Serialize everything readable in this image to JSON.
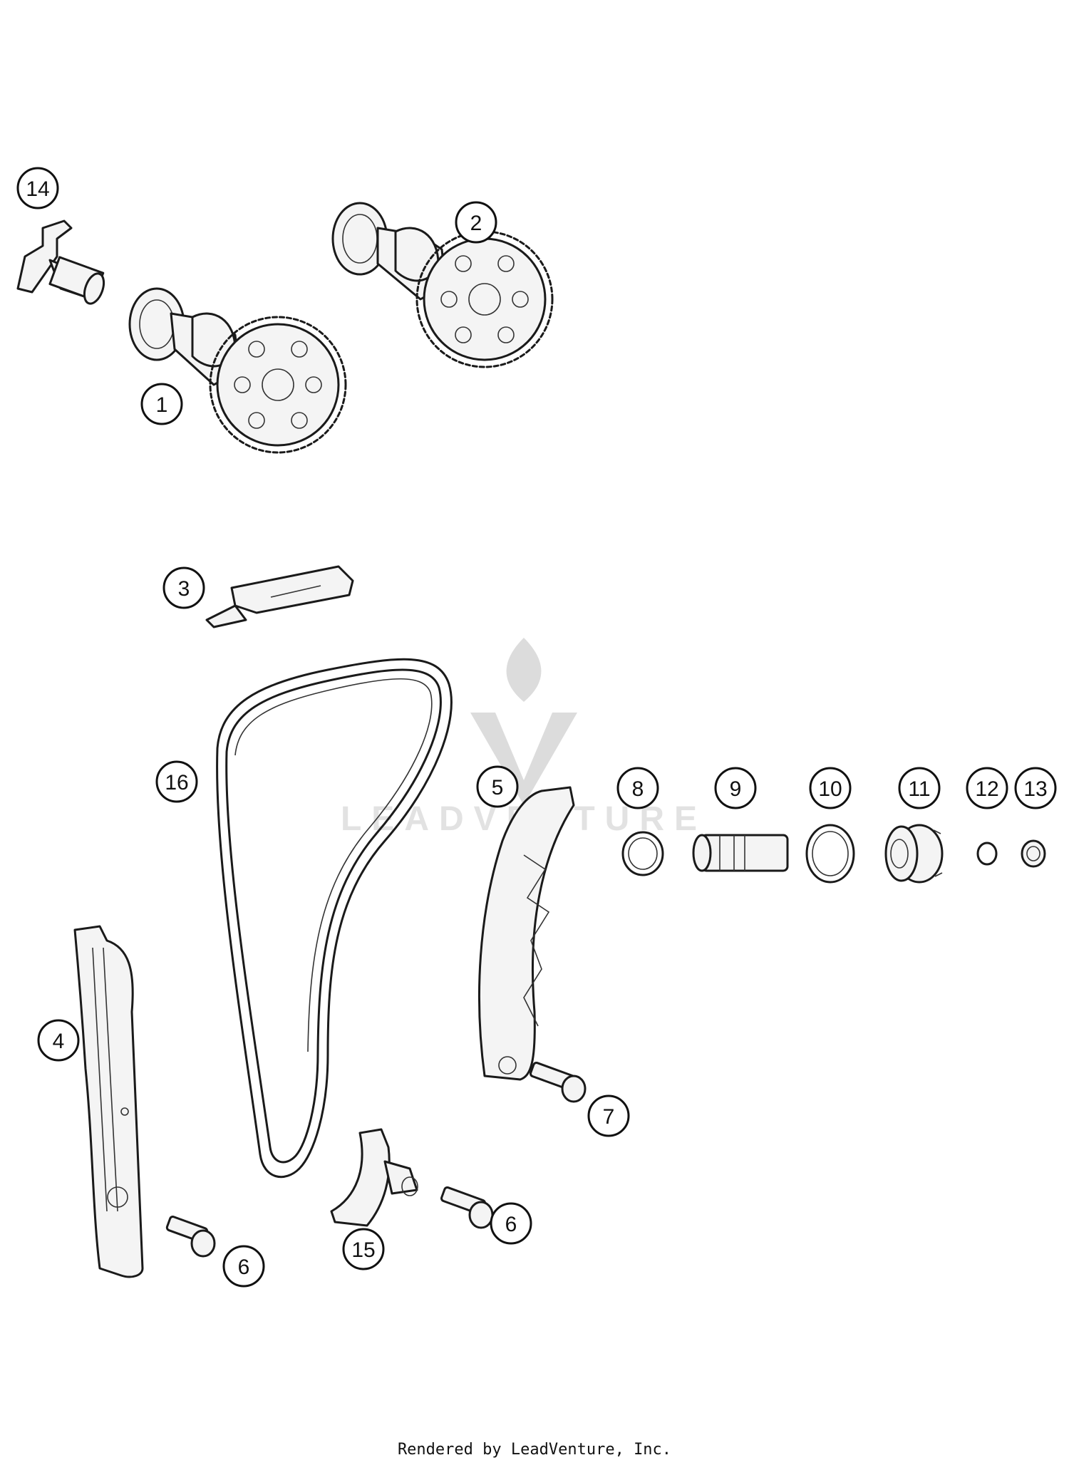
{
  "watermark": {
    "text": "LEADVENTURE"
  },
  "footer": {
    "text": "Rendered by LeadVenture, Inc."
  },
  "callouts": [
    "14",
    "2",
    "1",
    "3",
    "16",
    "5",
    "8",
    "9",
    "10",
    "11",
    "12",
    "13",
    "4",
    "7",
    "6",
    "6",
    "15"
  ]
}
